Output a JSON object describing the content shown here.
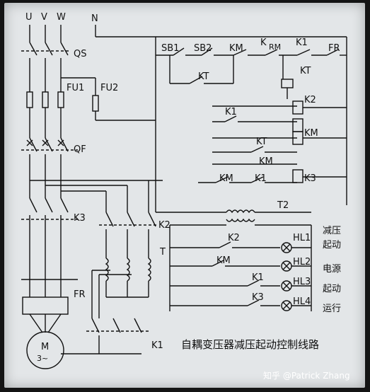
{
  "title": "自耦变压器减压起动控制线路",
  "watermark": "知乎 @Patrick Zhang",
  "supply": {
    "U": "U",
    "V": "V",
    "W": "W",
    "N": "N"
  },
  "power_labels": {
    "qs": "QS",
    "fu1": "FU1",
    "fu2": "FU2",
    "qf": "QF",
    "k3": "K3",
    "k2": "K2",
    "t": "T",
    "fr": "FR",
    "k1": "K1"
  },
  "motor": {
    "name": "M",
    "phase": "3~"
  },
  "control_labels": {
    "sb1": "SB1",
    "sb2": "SB2",
    "km_top": "KM",
    "k_rm": "K",
    "rm": "RM",
    "k1_top": "K1",
    "fr_top": "FR",
    "kt_coil": "KT",
    "kt_contact": "KT",
    "k2_coil": "K2",
    "k1_contact": "K1",
    "km_coil": "KM",
    "kt_contact2": "KT",
    "km_coil2": "KM",
    "km_contact": "KM",
    "k1_contact2": "K1",
    "k3_coil": "K3",
    "t2": "T2",
    "k2_lamp_contact": "K2",
    "km_lamp_contact": "KM",
    "k1_lamp_contact": "K1",
    "k3_lamp_contact": "K3"
  },
  "lamps": [
    {
      "id": "HL1",
      "desc": "减压"
    },
    {
      "id": "HL2",
      "desc": "起动"
    },
    {
      "id": "HL3",
      "desc": "电源"
    },
    {
      "id": "HL4",
      "desc": "起动"
    }
  ],
  "lamp_desc_extra": "运行",
  "colors": {
    "line": "#111111",
    "paper": "#e3e6e8"
  }
}
